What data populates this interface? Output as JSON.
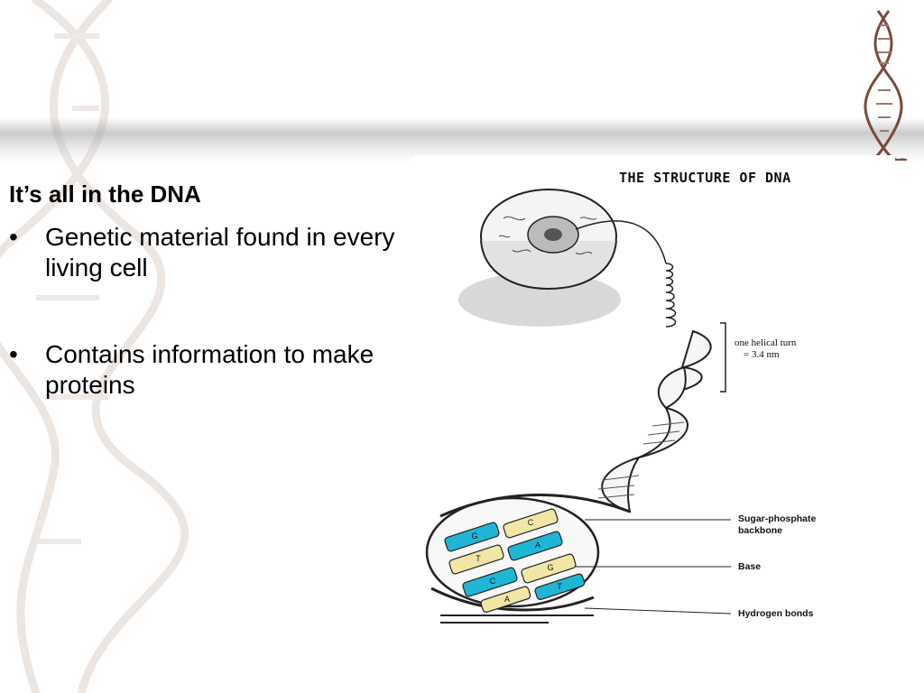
{
  "slide": {
    "heading": "It’s all in the DNA",
    "bullets": [
      {
        "marker": "•",
        "text": "Genetic material found in every living  cell"
      },
      {
        "marker": "•",
        "text": "Contains information to make proteins"
      }
    ]
  },
  "figure": {
    "title": "THE STRUCTURE OF DNA",
    "helical_turn_line1": "one helical turn",
    "helical_turn_line2": "= 3.4 nm",
    "labels": {
      "backbone_line1": "Sugar-phosphate",
      "backbone_line2": "backbone",
      "base": "Base",
      "hydrogen_bonds": "Hydrogen bonds"
    },
    "base_letters": [
      "G",
      "C",
      "T",
      "A",
      "C",
      "G",
      "A",
      "T"
    ]
  },
  "colors": {
    "cyan_base": "#1fb6d6",
    "yellow_base": "#f1e6a6",
    "helix_brown": "#8a4b3a"
  }
}
